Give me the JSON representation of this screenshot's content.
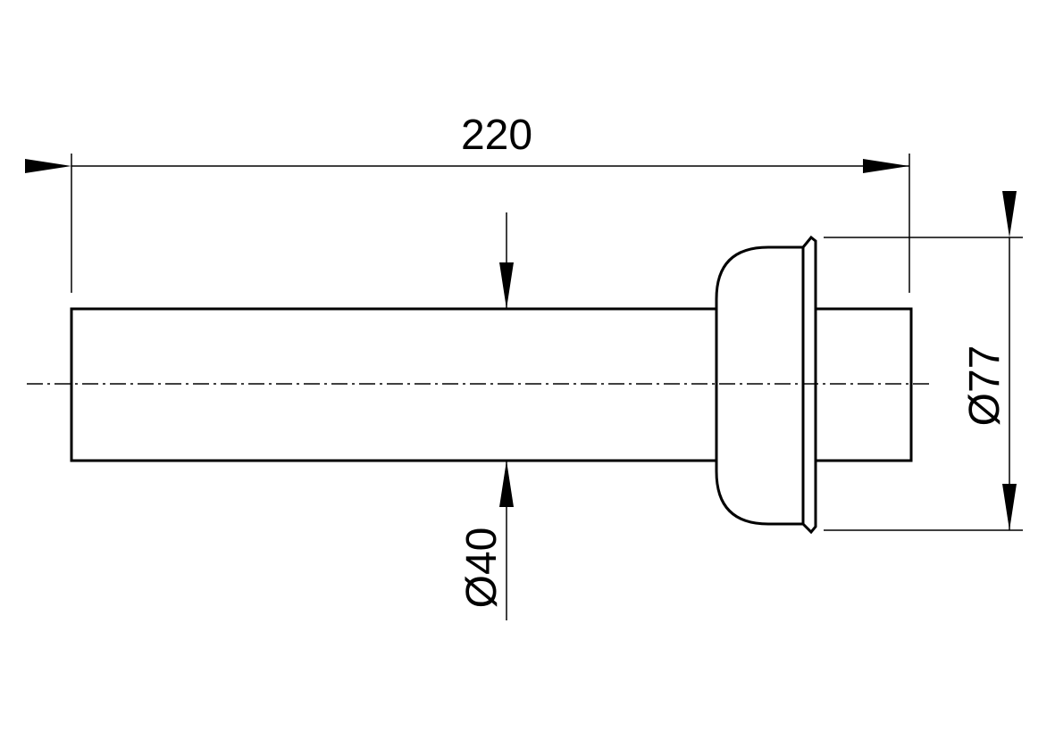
{
  "drawing": {
    "overall_length": "220",
    "pipe_diameter": "Ø40",
    "flange_diameter": "Ø77",
    "line_color": "#000000"
  }
}
